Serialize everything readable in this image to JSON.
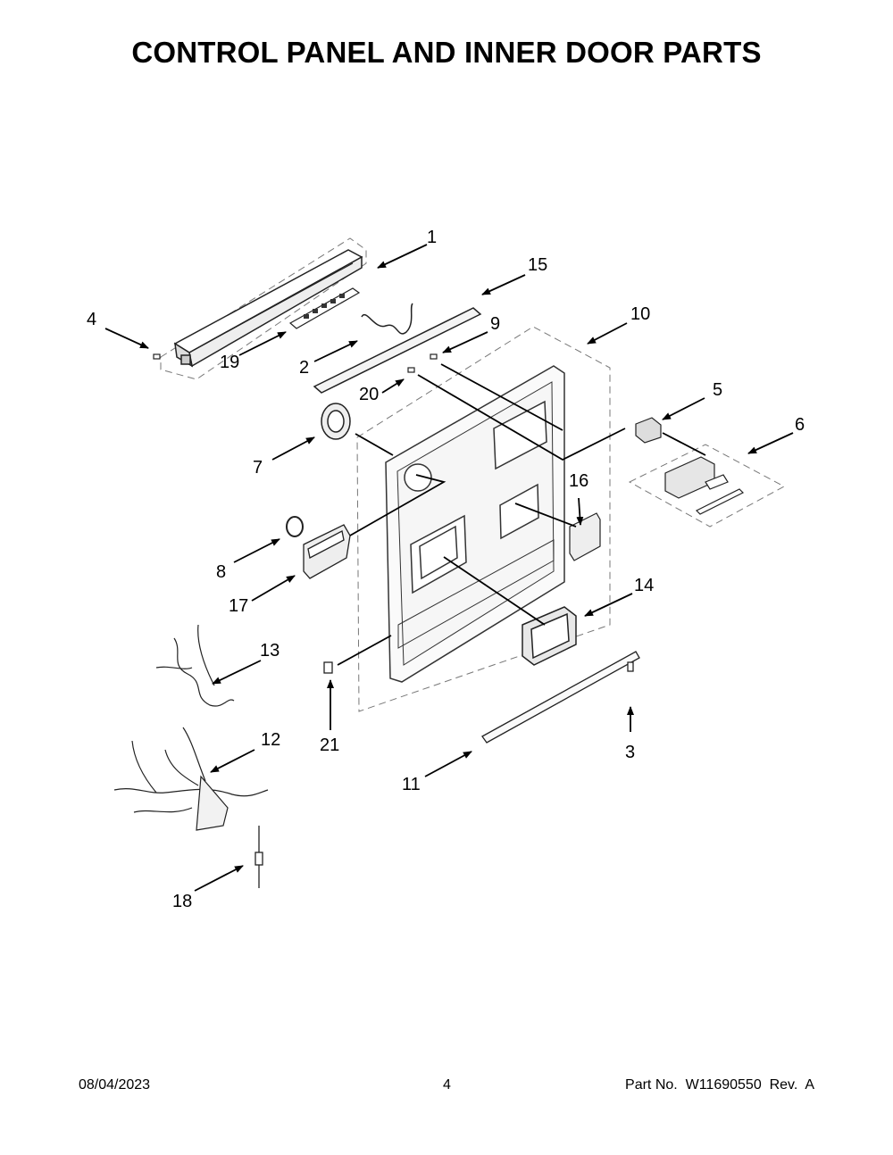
{
  "page": {
    "title": "CONTROL PANEL AND INNER DOOR PARTS"
  },
  "callouts": [
    "1",
    "2",
    "3",
    "4",
    "5",
    "6",
    "7",
    "8",
    "9",
    "10",
    "11",
    "12",
    "13",
    "14",
    "15",
    "16",
    "17",
    "18",
    "19",
    "20",
    "21"
  ],
  "footer": {
    "date": "08/04/2023",
    "page_number": "4",
    "part_info": "Part No.  W11690550  Rev.  A"
  }
}
